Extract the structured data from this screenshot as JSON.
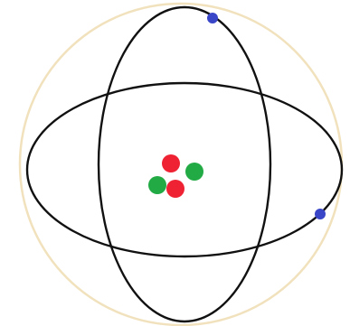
{
  "diagram": {
    "kind": "atom-model",
    "colors": {
      "background": "#ffffff",
      "boundary_circle": "#f1e2bd",
      "orbit": "#111111",
      "proton": "#ee2233",
      "neutron": "#22aa44",
      "electron": "#3a46c8"
    },
    "counts": {
      "orbits": 2,
      "protons": 2,
      "neutrons": 2,
      "electrons": 2
    }
  }
}
